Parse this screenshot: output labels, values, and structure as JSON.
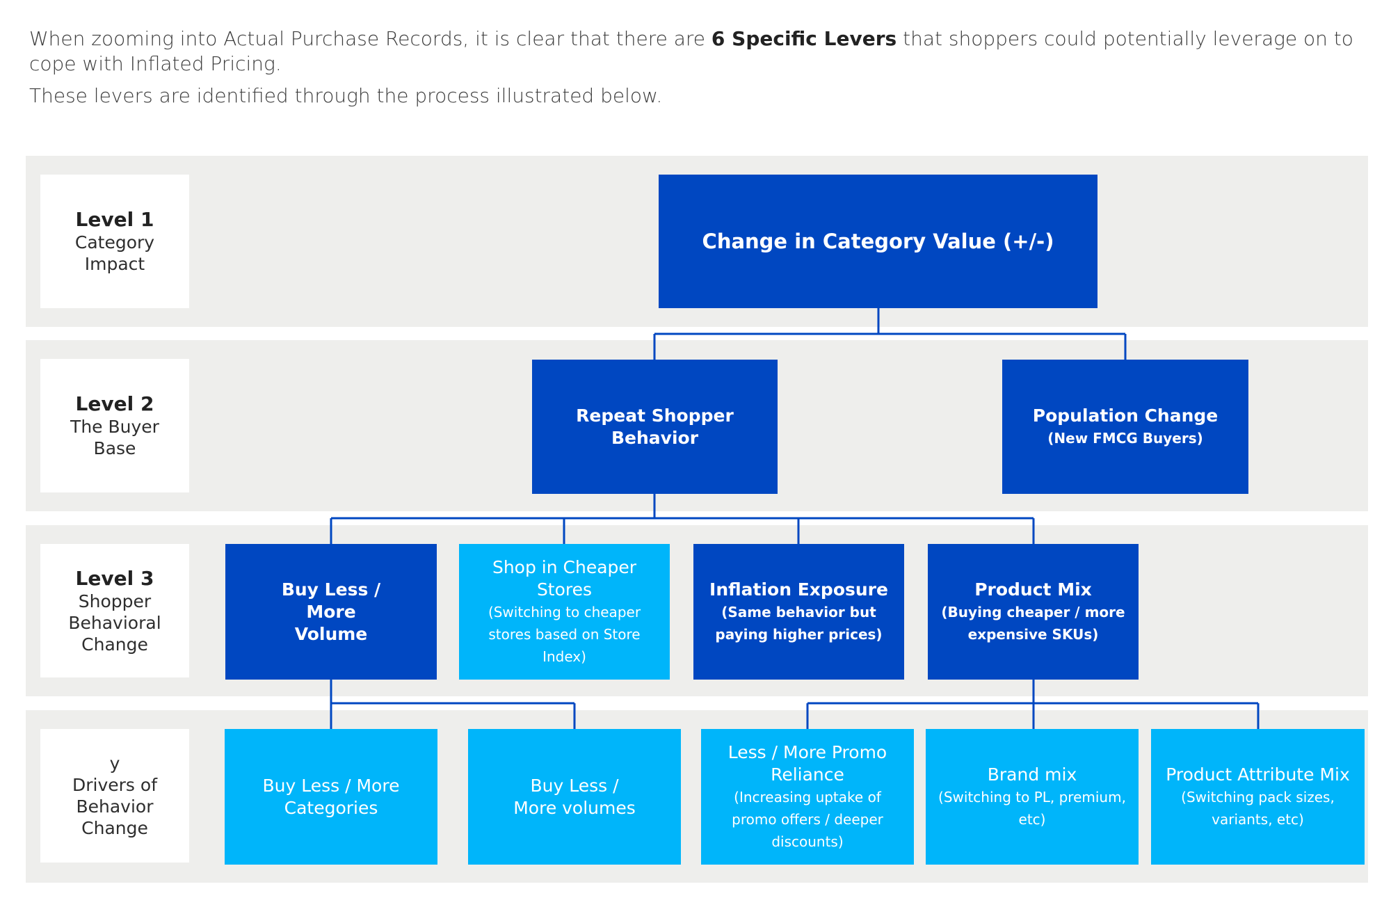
{
  "intro": {
    "line1_pre": "When zooming into Actual Purchase Records, it is clear that there are ",
    "line1_bold": "6 Specific Levers",
    "line1_post": " that shoppers could potentially leverage on to cope with Inflated Pricing.",
    "line2": "These levers are identified through the process illustrated below."
  },
  "levels": [
    {
      "title": "Level 1",
      "subtitle": "Category Impact"
    },
    {
      "title": "Level 2",
      "subtitle": "The Buyer Base"
    },
    {
      "title": "Level 3",
      "subtitle": "Shopper Behavioral Change"
    },
    {
      "title": "y",
      "subtitle": "Drivers of Behavior Change"
    }
  ],
  "nodes": {
    "category_value": {
      "title": "Change in Category Value (+/-)"
    },
    "repeat_shopper": {
      "title": "Repeat Shopper Behavior"
    },
    "population_change": {
      "title": "Population Change",
      "subtitle": "(New FMCG Buyers)"
    },
    "buy_less_volume": {
      "title": "Buy Less / More Volume"
    },
    "cheaper_stores": {
      "title": "Shop in Cheaper Stores",
      "subtitle": "(Switching to cheaper stores based on Store Index)"
    },
    "inflation_exposure": {
      "title": "Inflation Exposure",
      "subtitle": "(Same behavior but paying higher prices)"
    },
    "product_mix": {
      "title": "Product Mix",
      "subtitle": "(Buying cheaper / more expensive SKUs)"
    },
    "buy_less_categories": {
      "title": "Buy Less / More Categories"
    },
    "buy_less_volumes": {
      "title": "Buy Less / More volumes"
    },
    "promo_reliance": {
      "title": "Less / More Promo Reliance",
      "subtitle": "(Increasing uptake of promo offers / deeper discounts)"
    },
    "brand_mix": {
      "title": "Brand mix",
      "subtitle": "(Switching to PL, premium, etc)"
    },
    "attribute_mix": {
      "title": "Product Attribute Mix",
      "subtitle": "(Switching pack sizes, variants, etc)"
    }
  },
  "colors": {
    "dark_box": "#0047c1",
    "light_box": "#00b5fa",
    "band": "#eeeeec",
    "connector": "#0047c1"
  }
}
